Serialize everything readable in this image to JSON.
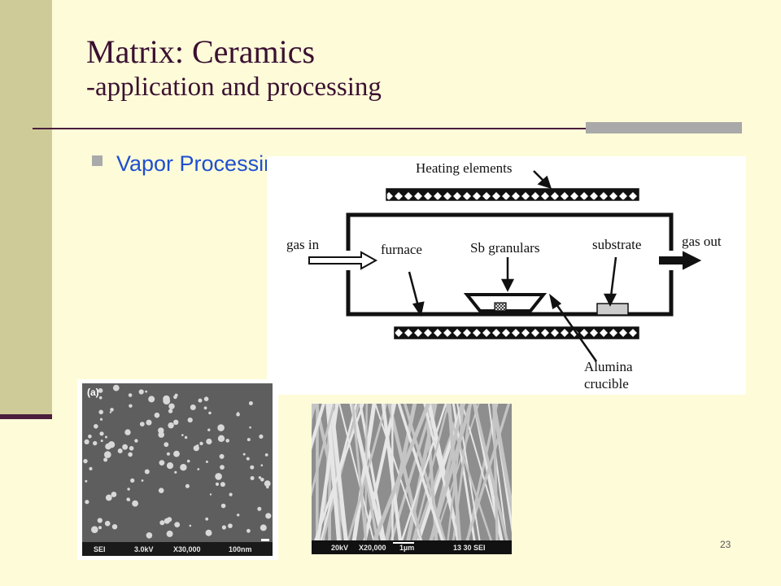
{
  "slide": {
    "title_line1": "Matrix: Ceramics",
    "title_line2": "-application and processing",
    "bullet": "Vapor Processing：",
    "page_number": "23"
  },
  "diagram": {
    "heating_elements": "Heating elements",
    "gas_in": "gas  in",
    "gas_out": "gas out",
    "furnace": "furnace",
    "sb_granulars": "Sb  granulars",
    "substrate": "substrate",
    "alumina": "Alumina",
    "crucible": "crucible"
  },
  "sem_a": {
    "label": "(a)",
    "detector": "SEI",
    "voltage": "3.0kV",
    "magnification": "X30,000",
    "scale": "100nm"
  },
  "sem_b": {
    "voltage": "20kV",
    "magnification": "X20,000",
    "scale": "1µm",
    "info": "13 30 SEI"
  },
  "colors": {
    "background": "#fefbd9",
    "sidebar": "#cfcb98",
    "title": "#3a1030",
    "bullet_text": "#1f4fd0"
  }
}
